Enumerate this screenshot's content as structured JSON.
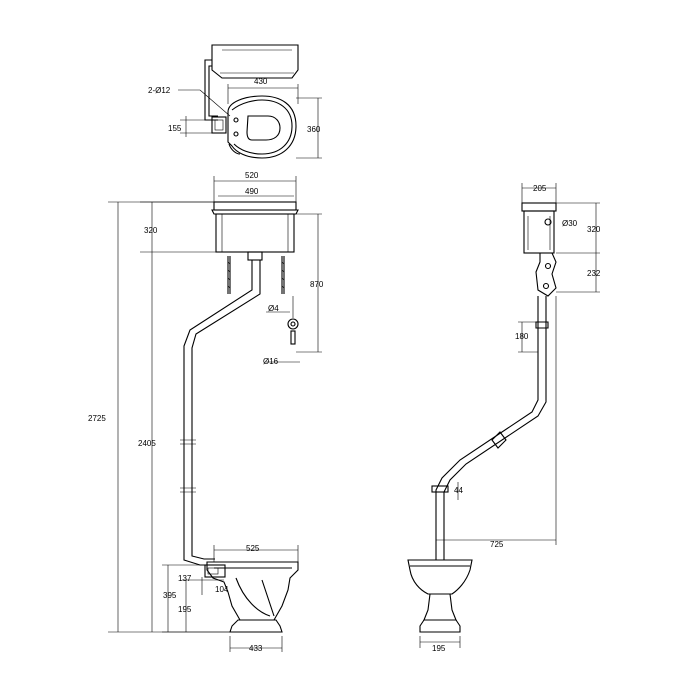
{
  "dimensions": {
    "pipe_holes": "2-Ø12",
    "plan_width": "430",
    "plan_depth": "360",
    "plan_offset": "155",
    "cistern_width": "520",
    "cistern_inner_width": "490",
    "cistern_height": "320",
    "pull_length": "870",
    "chain_dia": "Ø4",
    "handle_dia": "Ø16",
    "total_height": "2725",
    "cistern_base_height": "2405",
    "pan_width": "525",
    "outlet_137": "137",
    "outlet_104": "104",
    "pan_height": "395",
    "outlet_195": "195",
    "base_width": "433",
    "side_cistern_depth": "205",
    "side_pipe_dia": "Ø30",
    "side_cistern_height": "320",
    "side_bracket": "232",
    "side_clip": "180",
    "side_44": "44",
    "side_projection": "725",
    "side_base_width": "195"
  }
}
